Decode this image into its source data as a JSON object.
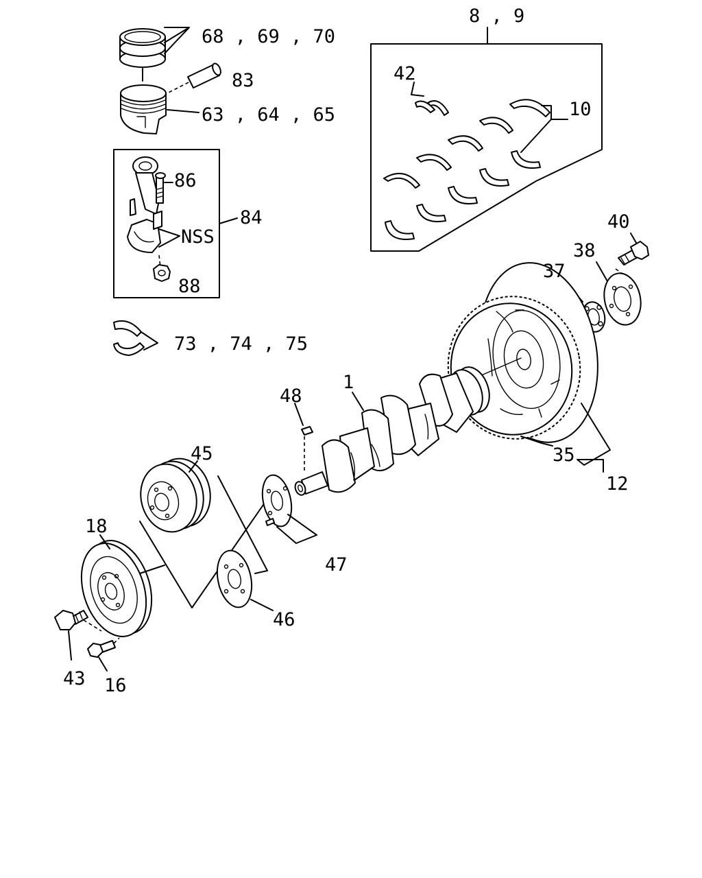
{
  "diagram": {
    "labels": {
      "l_68_69_70": "68 , 69 , 70",
      "l_83": "83",
      "l_63_64_65": "63 , 64 , 65",
      "l_86": "86",
      "l_84": "84",
      "l_nss": "NSS",
      "l_88": "88",
      "l_73_74_75": "73 , 74 , 75",
      "l_8_9": "8 , 9",
      "l_42": "42",
      "l_10": "10",
      "l_40": "40",
      "l_38": "38",
      "l_37": "37",
      "l_1": "1",
      "l_48": "48",
      "l_45": "45",
      "l_35": "35",
      "l_12": "12",
      "l_18": "18",
      "l_47": "47",
      "l_46": "46",
      "l_43": "43",
      "l_16": "16"
    }
  }
}
